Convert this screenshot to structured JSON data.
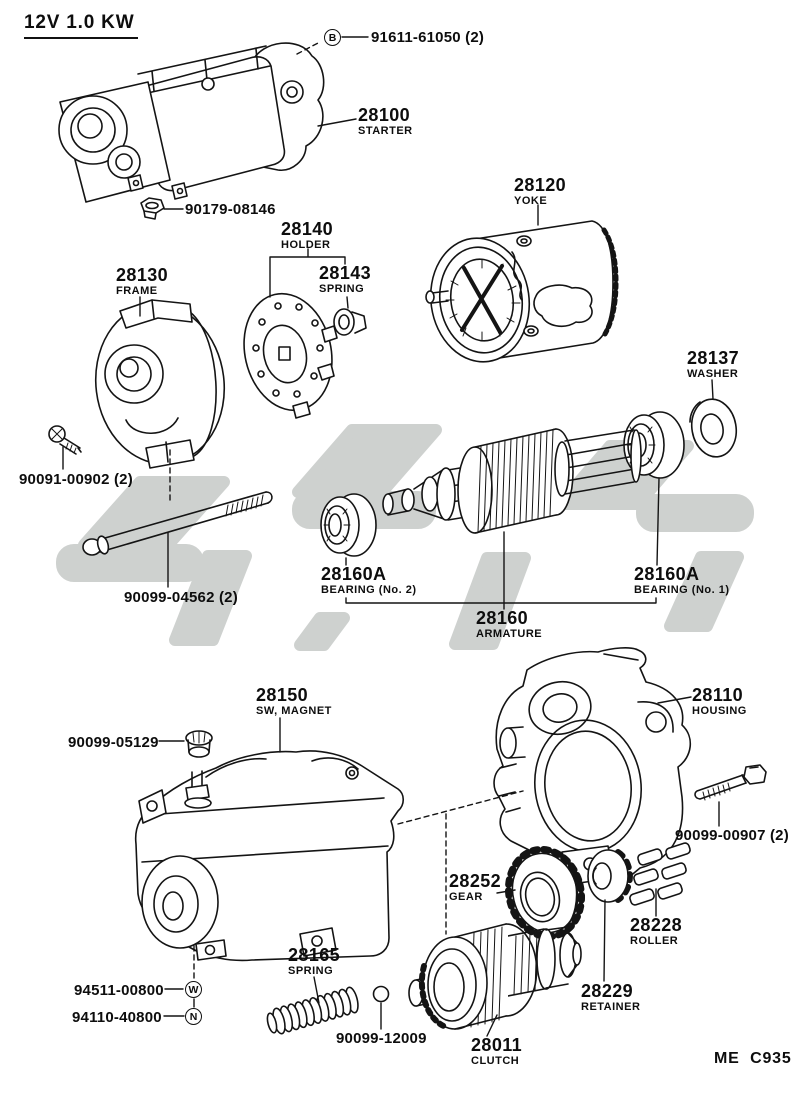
{
  "page": {
    "title": "12V 1.0 KW",
    "footer_code": "ME  C935"
  },
  "colors": {
    "ink": "#141414",
    "watermark": "#ced1cf"
  },
  "callouts": {
    "starter": {
      "number": "28100",
      "name": "STARTER"
    },
    "yoke": {
      "number": "28120",
      "name": "YOKE"
    },
    "frame": {
      "number": "28130",
      "name": "FRAME"
    },
    "holder": {
      "number": "28140",
      "name": "HOLDER"
    },
    "brush_spring": {
      "number": "28143",
      "name": "SPRING"
    },
    "washer": {
      "number": "28137",
      "name": "WASHER"
    },
    "bearing_no2": {
      "number": "28160A",
      "name": "BEARING (No. 2)"
    },
    "armature": {
      "number": "28160",
      "name": "ARMATURE"
    },
    "bearing_no1": {
      "number": "28160A",
      "name": "BEARING (No. 1)"
    },
    "sw_magnet": {
      "number": "28150",
      "name": "SW, MAGNET"
    },
    "housing": {
      "number": "28110",
      "name": "HOUSING"
    },
    "idler_gear": {
      "number": "28252",
      "name": "GEAR"
    },
    "roller": {
      "number": "28228",
      "name": "ROLLER"
    },
    "retainer": {
      "number": "28229",
      "name": "RETAINER"
    },
    "clutch": {
      "number": "28011",
      "name": "CLUTCH"
    },
    "drive_spring": {
      "number": "28165",
      "name": "SPRING"
    }
  },
  "fasteners": {
    "bolt_b": {
      "label": "91611-61050 (2)",
      "marker": "B"
    },
    "starter_nut": {
      "label": "90179-08146"
    },
    "frame_screw": {
      "label": "90091-00902 (2)"
    },
    "through_bolt": {
      "label": "90099-04562 (2)"
    },
    "magnet_plug": {
      "label": "90099-05129"
    },
    "housing_bolt": {
      "label": "90099-00907 (2)"
    },
    "wave_washer": {
      "label": "94511-00800",
      "marker": "W"
    },
    "terminal_nut": {
      "label": "94110-40800",
      "marker": "N"
    },
    "steel_ball": {
      "label": "90099-12009"
    }
  }
}
